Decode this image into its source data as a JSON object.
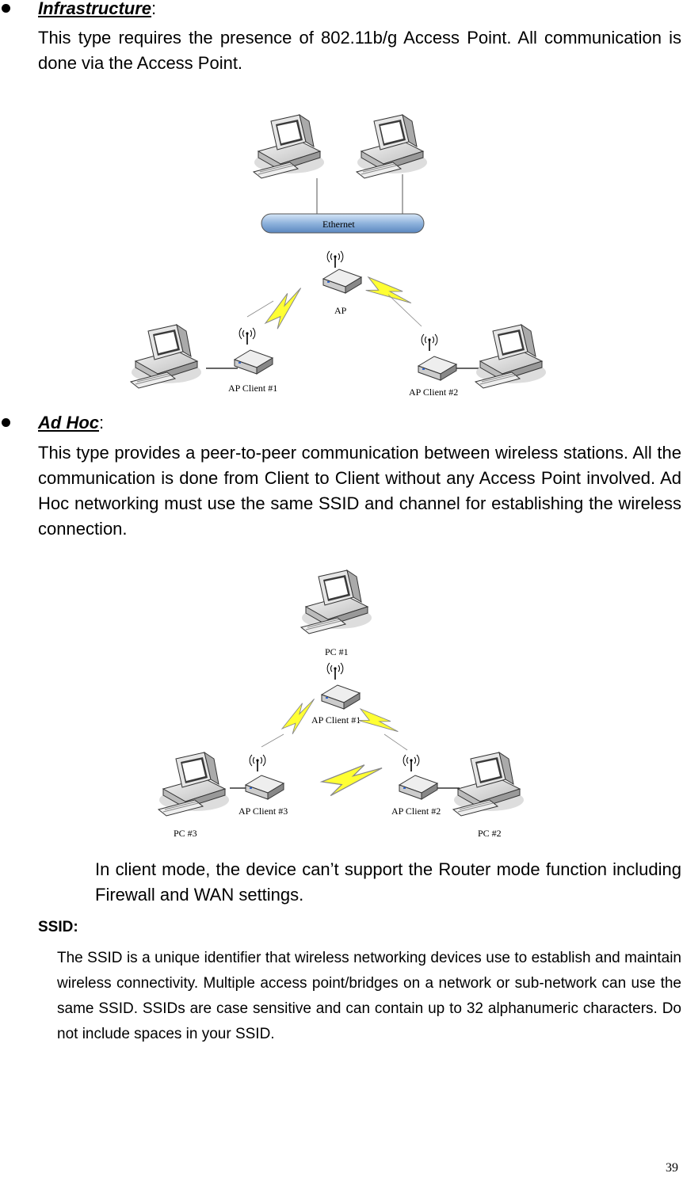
{
  "infrastructure": {
    "term": "Infrastructure",
    "colon": ":",
    "body": "This type requires the presence of 802.11b/g Access Point. All communication is done via the Access Point."
  },
  "diagram1": {
    "ethernet_label": "Ethernet",
    "ap_label": "AP",
    "client1_label": "AP Client #1",
    "client2_label": "AP Client #2"
  },
  "adhoc": {
    "term": "Ad Hoc",
    "colon": ":",
    "body": "This type provides a peer-to-peer communication between wireless stations. All the communication is done from Client to Client without any Access Point involved. Ad Hoc networking must use the same SSID and channel for establishing the wireless connection."
  },
  "diagram2": {
    "pc1_label": "PC #1",
    "pc2_label": "PC #2",
    "pc3_label": "PC #3",
    "client1_label": "AP Client #1",
    "client2_label": "AP Client #2",
    "client3_label": "AP Client #3"
  },
  "note": "In client mode, the device can’t support the Router mode function including Firewall and WAN settings.",
  "ssid": {
    "heading": "SSID:",
    "body": "The SSID is a unique identifier that wireless networking devices use to establish and maintain wireless connectivity. Multiple access point/bridges on a network or sub-network can use the same SSID. SSIDs are case sensitive and can contain up to 32 alphanumeric characters. Do not include spaces in your SSID."
  },
  "page_number": "39"
}
